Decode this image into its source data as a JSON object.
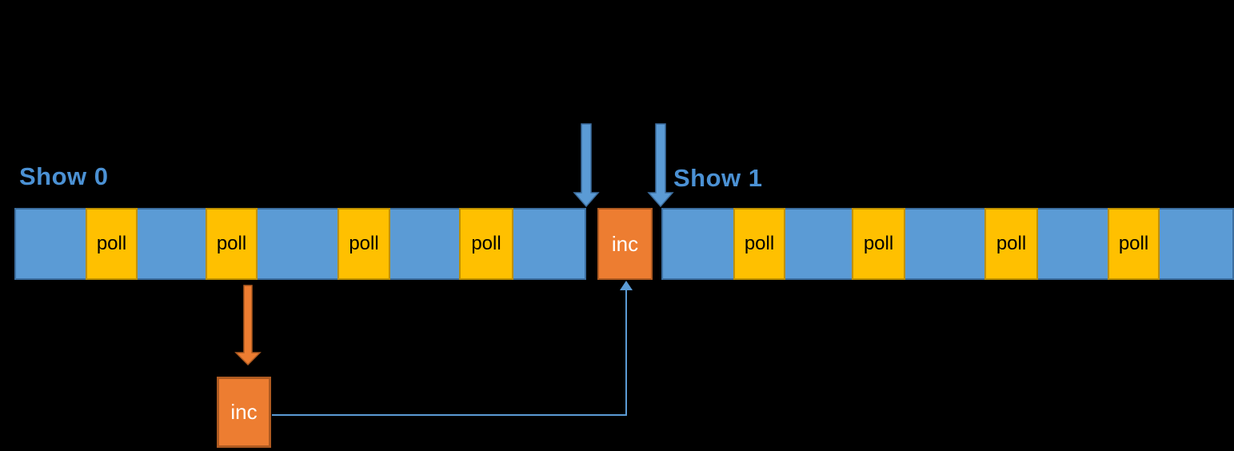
{
  "labels": {
    "show0": "Show 0",
    "show1": "Show 1"
  },
  "timeline": {
    "poll_label": "poll",
    "inc_label": "inc",
    "left_poll_count": 4,
    "right_poll_count": 4,
    "description_semantics": {
      "left_bar": "timeline before Show 1 marker",
      "right_bar": "timeline after Show 1 marker"
    }
  },
  "deferred": {
    "inc_label": "inc"
  },
  "icons": {
    "show0_marker": "down-arrow-icon",
    "show1_marker": "down-arrow-icon",
    "deferred_drop": "down-arrow-icon",
    "connector_tip": "up-arrowhead-icon"
  },
  "colors": {
    "background": "#000000",
    "bar_blue": "#5b9bd5",
    "bar_blue_border": "#3c6e9f",
    "poll_yellow": "#ffc000",
    "poll_yellow_border": "#bf9000",
    "inc_orange": "#ed7d31",
    "inc_orange_border": "#ae5a21",
    "label_blue": "#4b91d4",
    "connector_blue": "#5b9bd5",
    "poll_text": "#000000",
    "inc_text": "#ffffff"
  }
}
